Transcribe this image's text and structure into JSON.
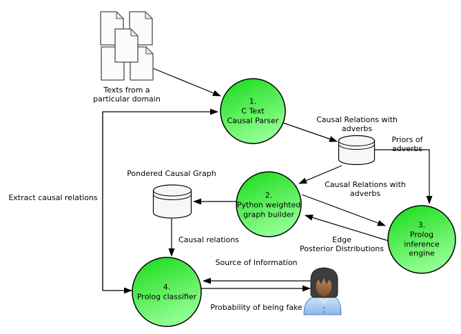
{
  "diagram": {
    "sources": {
      "documents_caption": "Texts from a\nparticular domain"
    },
    "processes": {
      "p1": {
        "label": "1.\nC Text\nCausal Parser"
      },
      "p2": {
        "label": "2.\nPython weighted\ngraph builder"
      },
      "p3": {
        "label": "3.\nProlog inference\nengine"
      },
      "p4": {
        "label": "4.\nProlog classifier"
      }
    },
    "datastores": {
      "adverb_priors": {
        "caption": "Priors of adverbs"
      },
      "pondered_graph": {
        "caption": "Pondered Causal Graph"
      }
    },
    "flows": {
      "relations_with_adverbs_1": "Causal Relations with adverbs",
      "relations_with_adverbs_2": "Causal Relations with adverbs",
      "extract_causal_relations": "Extract causal relations",
      "causal_relations": "Causal relations",
      "edge_posterior": "Edge\nPosterior Distributions",
      "source_of_information": "Source of Information",
      "probability_fake": "Probability of being fake"
    },
    "colors": {
      "process_fill_dark": "#17da17",
      "process_fill_light": "#90fe90",
      "stroke": "#000000",
      "datastore_fill": "#f7f7f7",
      "document_fill": "#fbfbfb",
      "person_hair": "#3d3d3d",
      "person_skin_light": "#c09064",
      "person_skin_dark": "#7c4f28",
      "person_shirt_light": "#d9eafc",
      "person_shirt_dark": "#8cb6e8"
    }
  }
}
